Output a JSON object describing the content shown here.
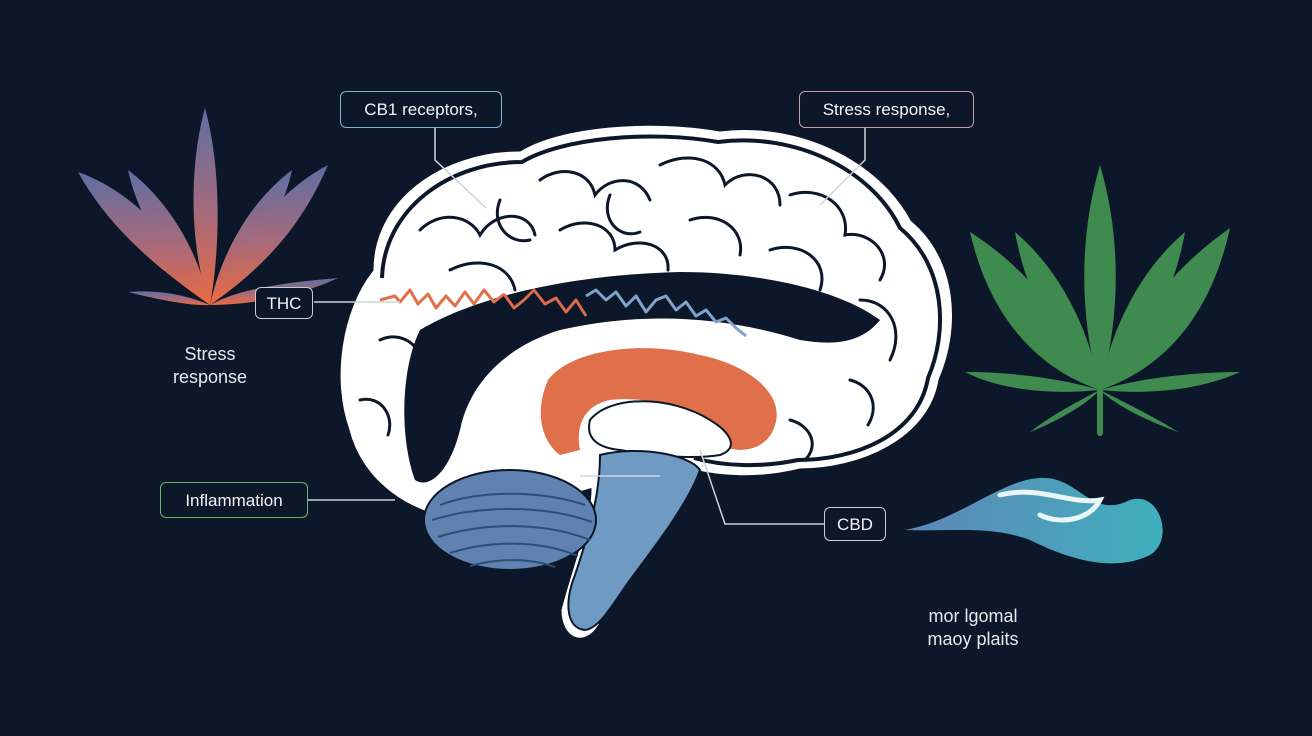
{
  "labels": {
    "cb1": "CB1 receptors,",
    "stress_top": "Stress response,",
    "thc": "THC",
    "inflammation": "Inflammation",
    "cbd": "CBD"
  },
  "side_text": {
    "stress_line1": "Stress",
    "stress_line2": "response",
    "plants_line1": "mor lgomal",
    "plants_line2": "maoy plaits"
  },
  "colors": {
    "background": "#0c1729",
    "brain_fill": "#ffffff",
    "brain_outline": "#0c1729",
    "limbic_orange": "#e0704a",
    "brainstem_blue": "#6f9ac4",
    "cerebellum_blue": "#5f82b0",
    "cb1_box_border": "#7fb3d6",
    "stress_box_border": "#c99aa6",
    "inflammation_box_border": "#6fb26b",
    "leaf_gradient_top": "#5d6fa3",
    "leaf_gradient_bottom": "#e06a45",
    "leaf_green": "#3f8a4f",
    "wave_teal": "#3fa3b4"
  },
  "icons": {
    "left_leaf": "cannabis-leaf-gradient-icon",
    "right_leaf": "cannabis-leaf-green-icon",
    "cbd_wave": "wave-icon"
  }
}
